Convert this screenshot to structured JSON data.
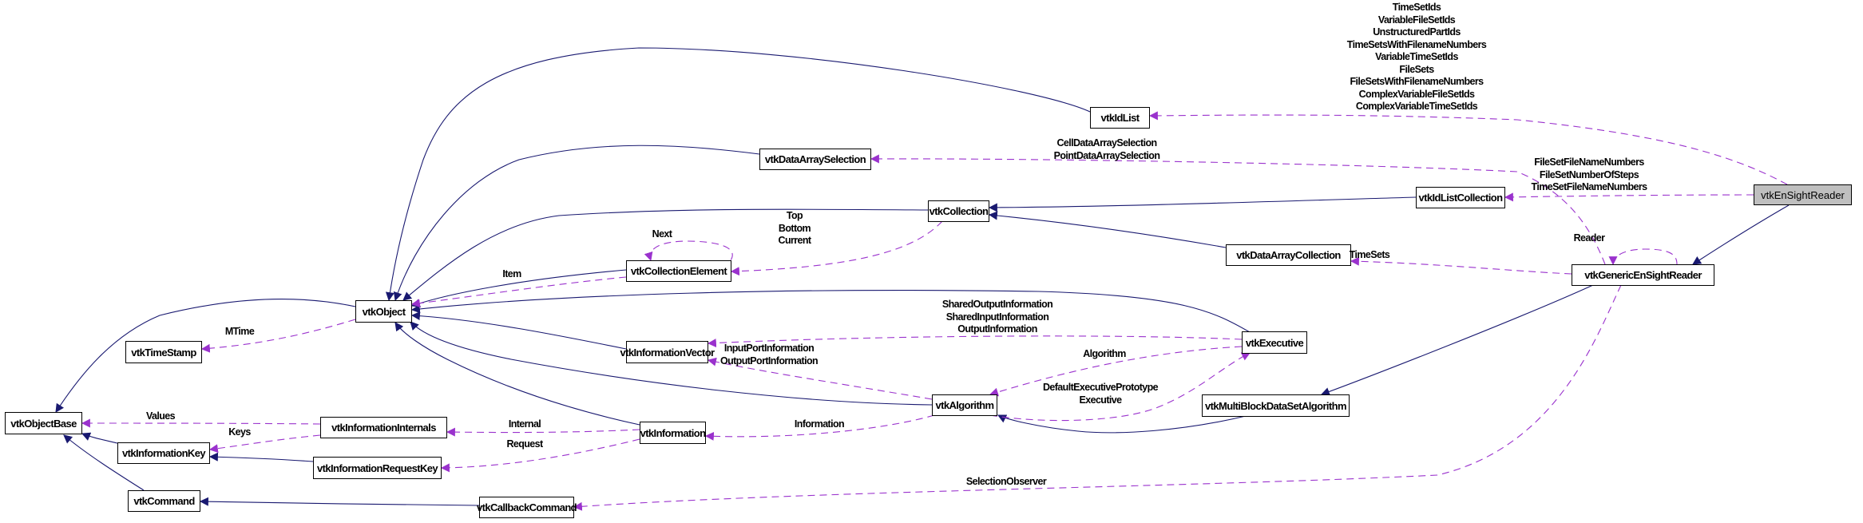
{
  "diagram": {
    "type": "collaboration-diagram",
    "colors": {
      "inheritance_edge": "#191970",
      "usage_edge": "#9a32cd",
      "focus_node_fill": "#bfbfbf",
      "node_fill": "#ffffff",
      "node_border": "#000000"
    },
    "nodes": {
      "vtkEnSightReader": "vtkEnSightReader",
      "vtkIdList": "vtkIdList",
      "vtkDataArraySelection": "vtkDataArraySelection",
      "vtkIdListCollection": "vtkIdListCollection",
      "vtkCollection": "vtkCollection",
      "vtkCollectionElement": "vtkCollectionElement",
      "vtkDataArrayCollection": "vtkDataArrayCollection",
      "vtkGenericEnSightReader": "vtkGenericEnSightReader",
      "vtkObject": "vtkObject",
      "vtkTimeStamp": "vtkTimeStamp",
      "vtkInformationVector": "vtkInformationVector",
      "vtkExecutive": "vtkExecutive",
      "vtkAlgorithm": "vtkAlgorithm",
      "vtkMultiBlockDataSetAlgorithm": "vtkMultiBlockDataSetAlgorithm",
      "vtkObjectBase": "vtkObjectBase",
      "vtkInformationInternals": "vtkInformationInternals",
      "vtkInformation": "vtkInformation",
      "vtkInformationKey": "vtkInformationKey",
      "vtkInformationRequestKey": "vtkInformationRequestKey",
      "vtkCommand": "vtkCommand",
      "vtkCallbackCommand": "vtkCallbackCommand"
    },
    "edge_labels": {
      "idlist": [
        "TimeSetIds",
        "VariableFileSetIds",
        "UnstructuredPartIds",
        "TimeSetsWithFilenameNumbers",
        "VariableTimeSetIds",
        "FileSets",
        "FileSetsWithFilenameNumbers",
        "ComplexVariableFileSetIds",
        "ComplexVariableTimeSetIds"
      ],
      "dataarrayselection": [
        "CellDataArraySelection",
        "PointDataArraySelection"
      ],
      "idlistcollection": [
        "FileSetFileNameNumbers",
        "FileSetNumberOfSteps",
        "TimeSetFileNameNumbers"
      ],
      "collection_element": [
        "Top",
        "Bottom",
        "Current"
      ],
      "next": [
        "Next"
      ],
      "item": [
        "Item"
      ],
      "reader": [
        "Reader"
      ],
      "timesets": [
        "TimeSets"
      ],
      "mtime": [
        "MTime"
      ],
      "shared_info": [
        "SharedOutputInformation",
        "SharedInputInformation",
        "OutputInformation"
      ],
      "port_info": [
        "InputPortInformation",
        "OutputPortInformation"
      ],
      "algorithm": [
        "Algorithm"
      ],
      "executive": [
        "DefaultExecutivePrototype",
        "Executive"
      ],
      "values": [
        "Values"
      ],
      "keys": [
        "Keys"
      ],
      "internal": [
        "Internal"
      ],
      "request": [
        "Request"
      ],
      "information": [
        "Information"
      ],
      "selection_observer": [
        "SelectionObserver"
      ]
    }
  }
}
